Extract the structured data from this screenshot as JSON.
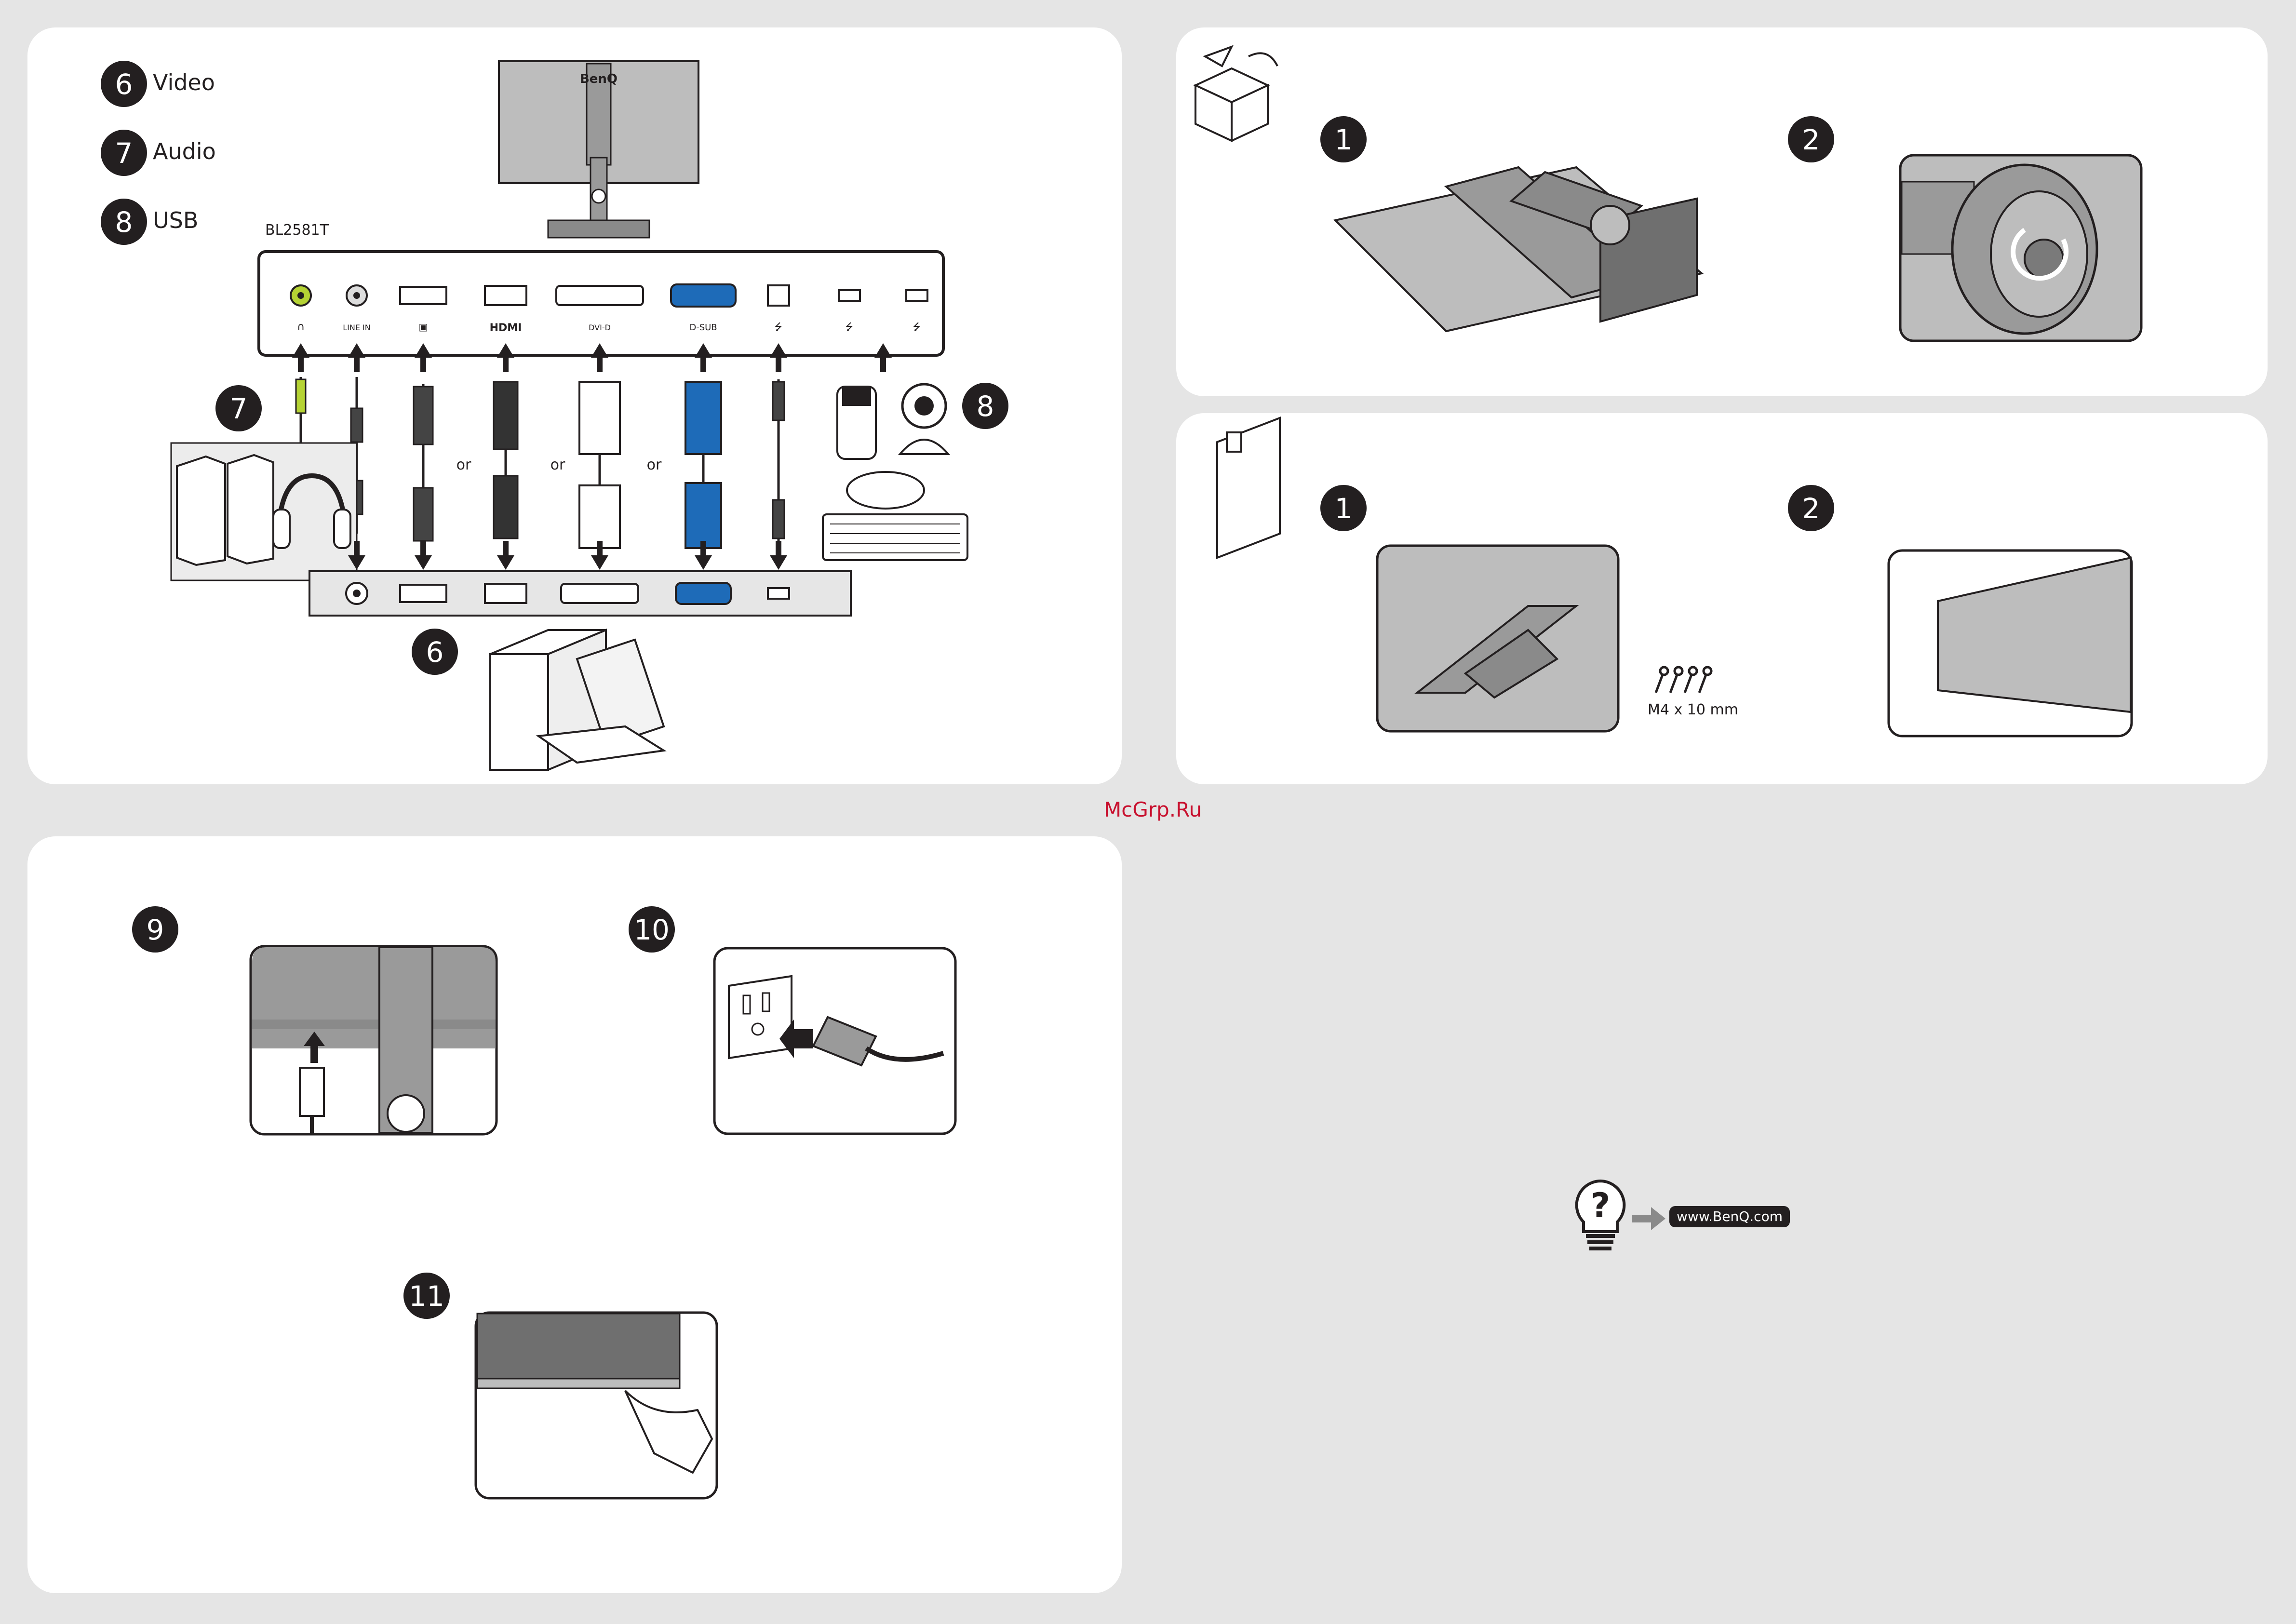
{
  "legend": [
    {
      "num": "6",
      "label": "Video"
    },
    {
      "num": "7",
      "label": "Audio"
    },
    {
      "num": "8",
      "label": "USB"
    }
  ],
  "monitor_brand": "BenQ",
  "model": "BL2581T",
  "ports": [
    {
      "label": "∩"
    },
    {
      "label": "LINE IN"
    },
    {
      "label": "▣"
    },
    {
      "label": "HDMI"
    },
    {
      "label": "DVI-D"
    },
    {
      "label": "D-SUB"
    },
    {
      "label": "⭍"
    },
    {
      "label": "⭍"
    },
    {
      "label": "⭍"
    }
  ],
  "or_labels": [
    "or",
    "or",
    "or"
  ],
  "callouts": {
    "audio": "7",
    "usb": "8",
    "video": "6"
  },
  "steps": {
    "unbox_1": "1",
    "unbox_2": "2",
    "wall_1": "1",
    "wall_2": "2",
    "s9": "9",
    "s10": "10",
    "s11": "11"
  },
  "screw_label": "M4 x 10 mm",
  "website": "www.BenQ.com",
  "watermark": "McGrp.Ru",
  "colors": {
    "panel": "#ffffff",
    "background": "#e5e5e5",
    "vga_blue": "#1e6bb8",
    "audio_green": "#b5d334",
    "dark": "#231f20",
    "watermark": "#c8102e"
  }
}
